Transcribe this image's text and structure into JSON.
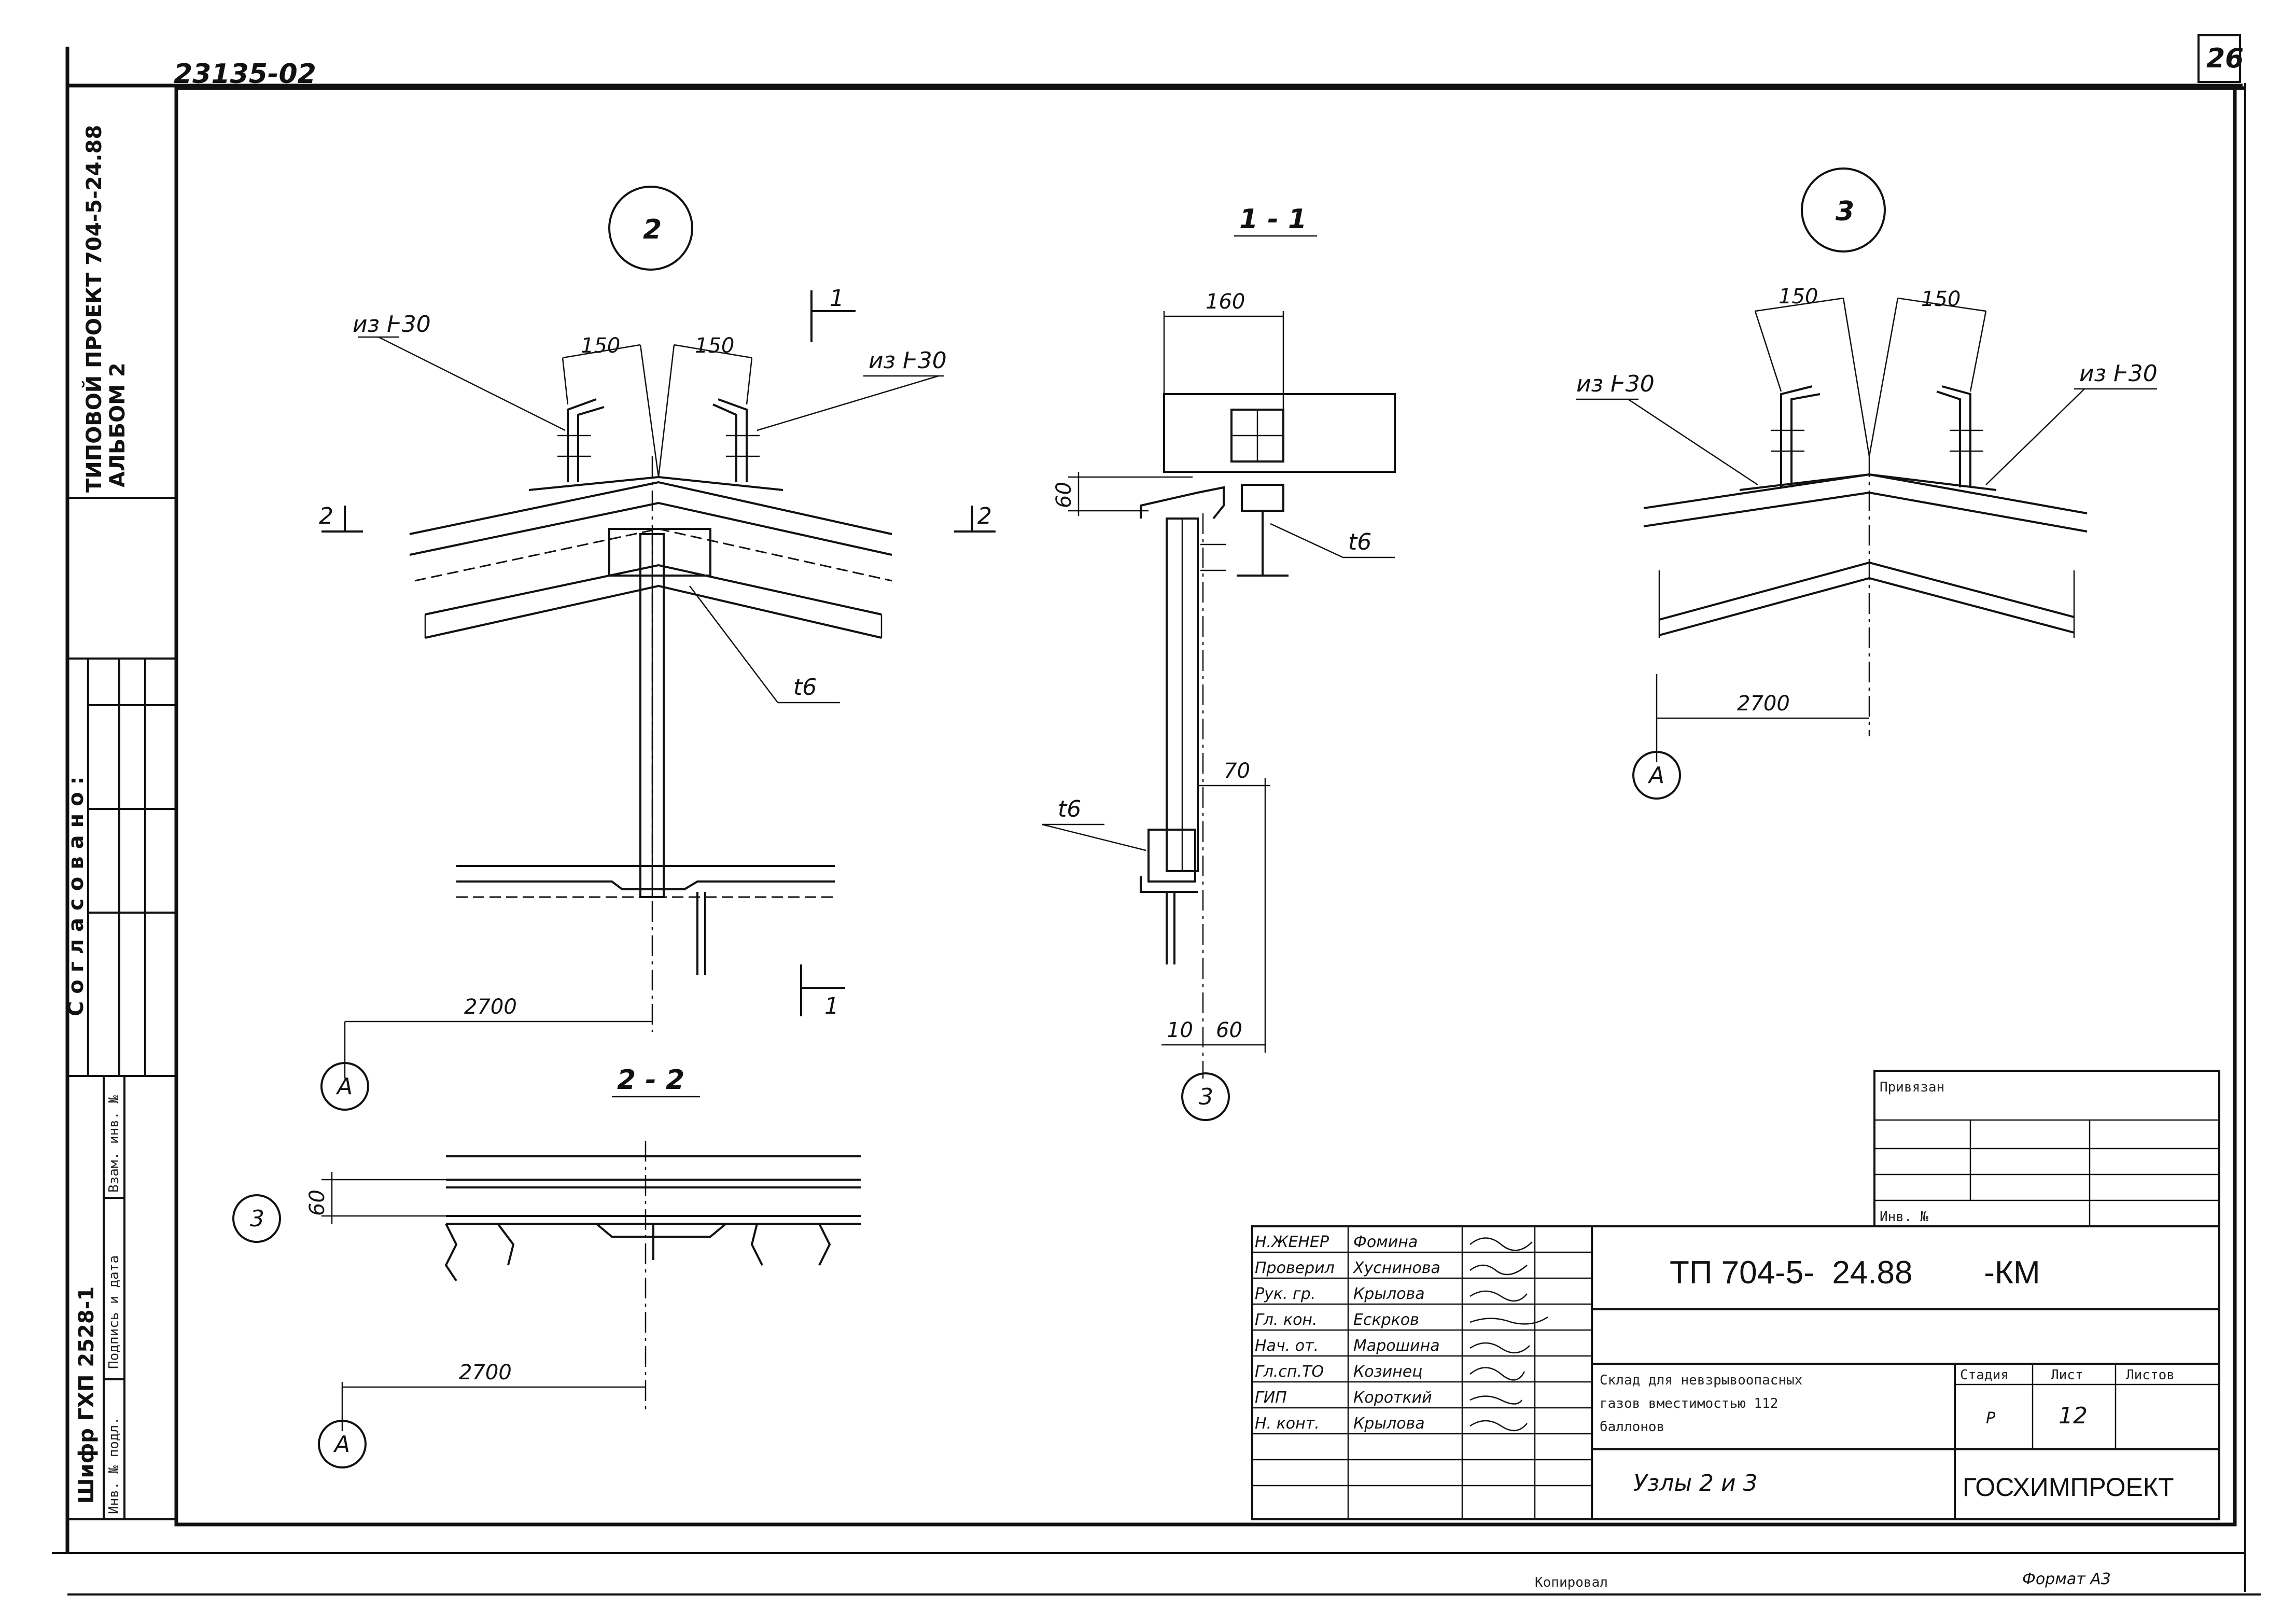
{
  "sheet": {
    "number": "26",
    "archive_code": "23135-02",
    "format": "Формат А3",
    "copied": "Копировал"
  },
  "side_strip": {
    "project": "ТИПОВОЙ ПРОЕКТ 704-5-24.88",
    "album": "АЛЬБОМ 2",
    "agreed": "Согласовано:",
    "inv_replace": "Взам. инв. №",
    "sign_date": "Подпись и дата",
    "inv_orig": "Инв. № подл.",
    "cipher": "Шифр ГХП 2528-1"
  },
  "node2": {
    "marker": "2",
    "left_note": "из Ͱ30",
    "right_note": "из Ͱ30",
    "dim_left": "150",
    "dim_right": "150",
    "plate_note": "t6",
    "dim_bottom": "2700",
    "axis": "А",
    "cut22_left": "2",
    "cut22_right": "2",
    "cut11_top": "1",
    "cut11_bottom": "1"
  },
  "section11": {
    "title": "1 - 1",
    "dim_top": "160",
    "dim_height": "60",
    "plate_right": "t6",
    "plate_left": "t6",
    "dim_70": "70",
    "dim_10": "10",
    "dim_60": "60",
    "axis": "3"
  },
  "section22": {
    "title": "2 - 2",
    "axis_left": "3",
    "dim_60": "60",
    "dim_bottom": "2700",
    "axis": "А"
  },
  "node3": {
    "marker": "3",
    "left_note": "из Ͱ30",
    "right_note": "из Ͱ30",
    "dim_left": "150",
    "dim_right": "150",
    "dim_bottom": "2700",
    "axis": "А"
  },
  "title_block": {
    "binding": "Привязан",
    "inv": "Инв. №",
    "designation": "ТП 704-5-  24.88        -КМ",
    "object": [
      "Склад для невзрывоопасных",
      "газов вместимостью 112",
      "баллонов"
    ],
    "sheet_title": "Узлы 2 и 3",
    "stage_h": "Стадия",
    "sheet_h": "Лист",
    "sheets_h": "Листов",
    "stage": "Р",
    "sheet_no": "12",
    "sheets_total": "",
    "org": "ГОСХИМПРОЕКТ",
    "people": [
      {
        "role": "Н.ЖЕНЕР",
        "name": "Фомина"
      },
      {
        "role": "Проверил",
        "name": "Хуснинова"
      },
      {
        "role": "Рук. гр.",
        "name": "Крылова"
      },
      {
        "role": "Гл. кон.",
        "name": "Ескрков"
      },
      {
        "role": "Нач. от.",
        "name": "Марошина"
      },
      {
        "role": "Гл.сп.ТО",
        "name": "Козинец"
      },
      {
        "role": "ГИП",
        "name": "Короткий"
      },
      {
        "role": "Н. конт.",
        "name": "Крылова"
      }
    ]
  }
}
